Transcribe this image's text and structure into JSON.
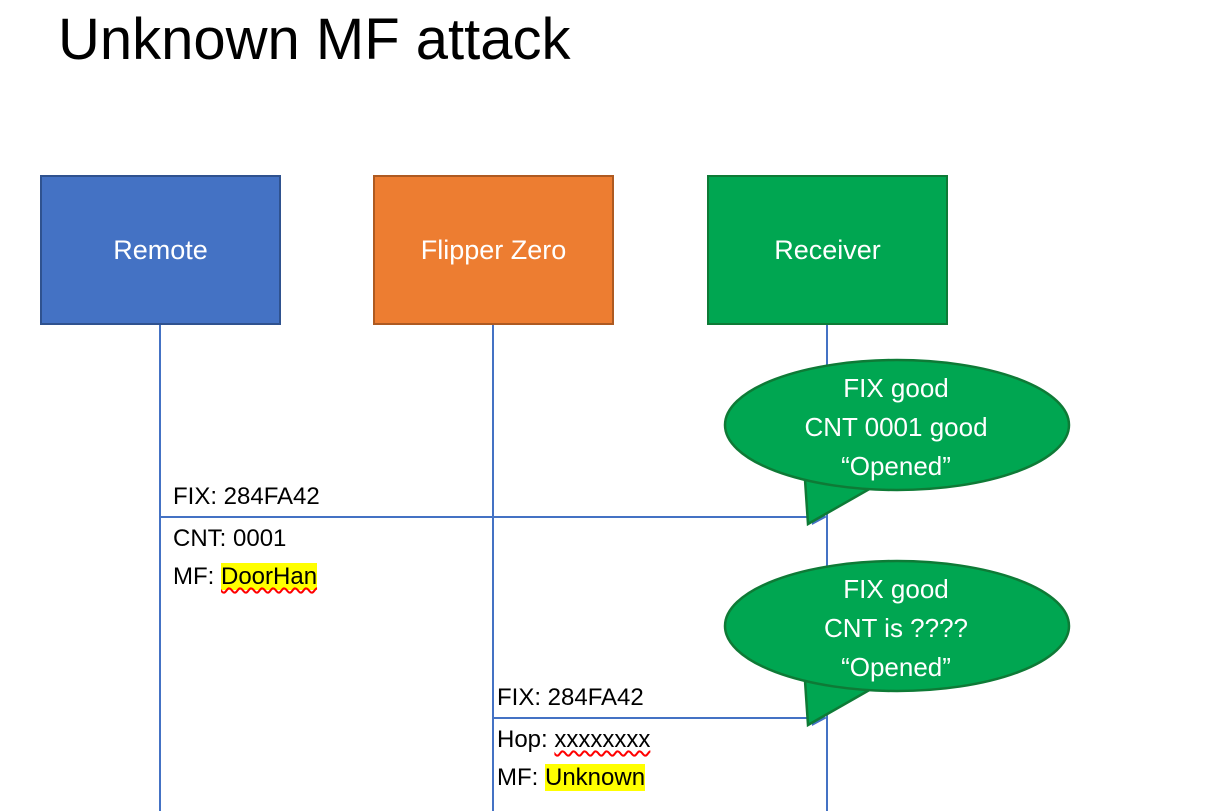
{
  "title": "Unknown MF attack",
  "actors": [
    {
      "label": "Remote"
    },
    {
      "label": "Flipper Zero"
    },
    {
      "label": "Receiver"
    }
  ],
  "messages": [
    {
      "fix": "FIX: 284FA42",
      "cnt": "CNT: 0001",
      "mf_prefix": "MF: ",
      "mf_value": "DoorHan"
    },
    {
      "fix": "FIX: 284FA42",
      "hop_prefix": "Hop: ",
      "hop_value": "xxxxxxxx",
      "mf_prefix": "MF: ",
      "mf_value": "Unknown"
    }
  ],
  "bubbles": [
    {
      "lines": [
        "FIX good",
        "CNT 0001 good",
        "“Opened”"
      ]
    },
    {
      "lines": [
        "FIX good",
        "CNT is ????",
        "“Opened”"
      ]
    }
  ],
  "colors": {
    "remote_fill": "#4472C4",
    "remote_border": "#2F528F",
    "flipper_fill": "#ED7D31",
    "flipper_border": "#AE5A21",
    "receiver_fill": "#00A651",
    "receiver_border": "#0E7A36",
    "bubble_fill": "#00A651",
    "bubble_border": "#0E7A36",
    "connector": "#4472C4",
    "highlight": "#FFFF00",
    "spellcheck_underline": "#FF0000"
  }
}
